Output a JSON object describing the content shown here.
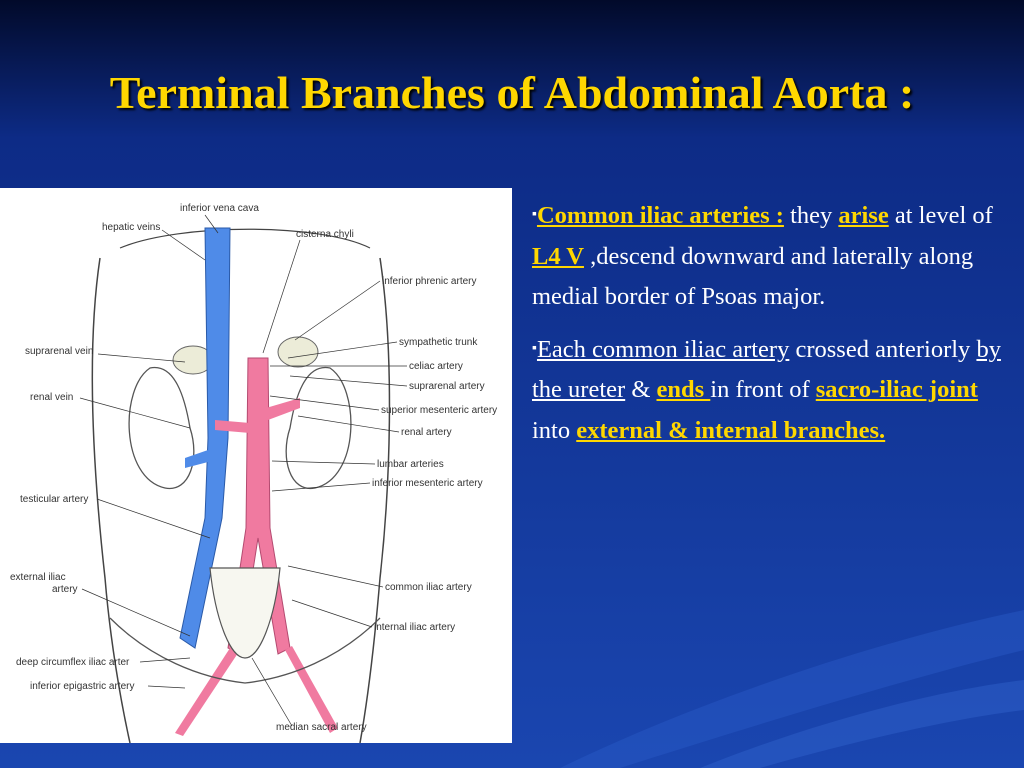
{
  "slide": {
    "title": "Terminal  Branches of  Abdominal Aorta :",
    "colors": {
      "background": "#123a9a",
      "title": "#ffd700",
      "text": "#ffffff",
      "highlight": "#ffd700"
    }
  },
  "figure": {
    "labels": {
      "ivc": "inferior vena cava",
      "hepatic": "hepatic veins",
      "cisterna": "cisterna chyli",
      "phrenic": "inferior phrenic artery",
      "sympathetic": "sympathetic trunk",
      "celiac": "celiac artery",
      "suprarenal_a": "suprarenal artery",
      "sma": "superior mesenteric artery",
      "renal_a": "renal artery",
      "lumbar": "lumbar arteries",
      "ima": "inferior mesenteric artery",
      "common_iliac": "common iliac artery",
      "internal_iliac": "internal iliac artery",
      "median_sacral": "median sacral artery",
      "suprarenal_v": "suprarenal vein",
      "renal_v": "renal vein",
      "testicular": "testicular artery",
      "external_iliac_1": "external iliac",
      "external_iliac_2": "artery",
      "deep_circumflex": "deep circumflex iliac arter",
      "inferior_epigastric": "inferior epigastric artery"
    }
  },
  "bullets": {
    "b1": {
      "marker": "▪",
      "heading": "Common iliac arteries :",
      "t1": " they ",
      "arise": "arise",
      "t2": " at level of  ",
      "l4": "L4 V",
      "t3": " ,descend downward and laterally along medial border of  Psoas major."
    },
    "b2": {
      "marker": "▪",
      "p1": "Each common iliac artery",
      "t1": "  crossed anteriorly   ",
      "ureter": "by the ureter",
      "t2": " &  ",
      "ends": "ends ",
      "t3": " in front of   ",
      "joint": "sacro-iliac joint",
      "t4": "  into ",
      "branches": "external & internal branches."
    }
  }
}
